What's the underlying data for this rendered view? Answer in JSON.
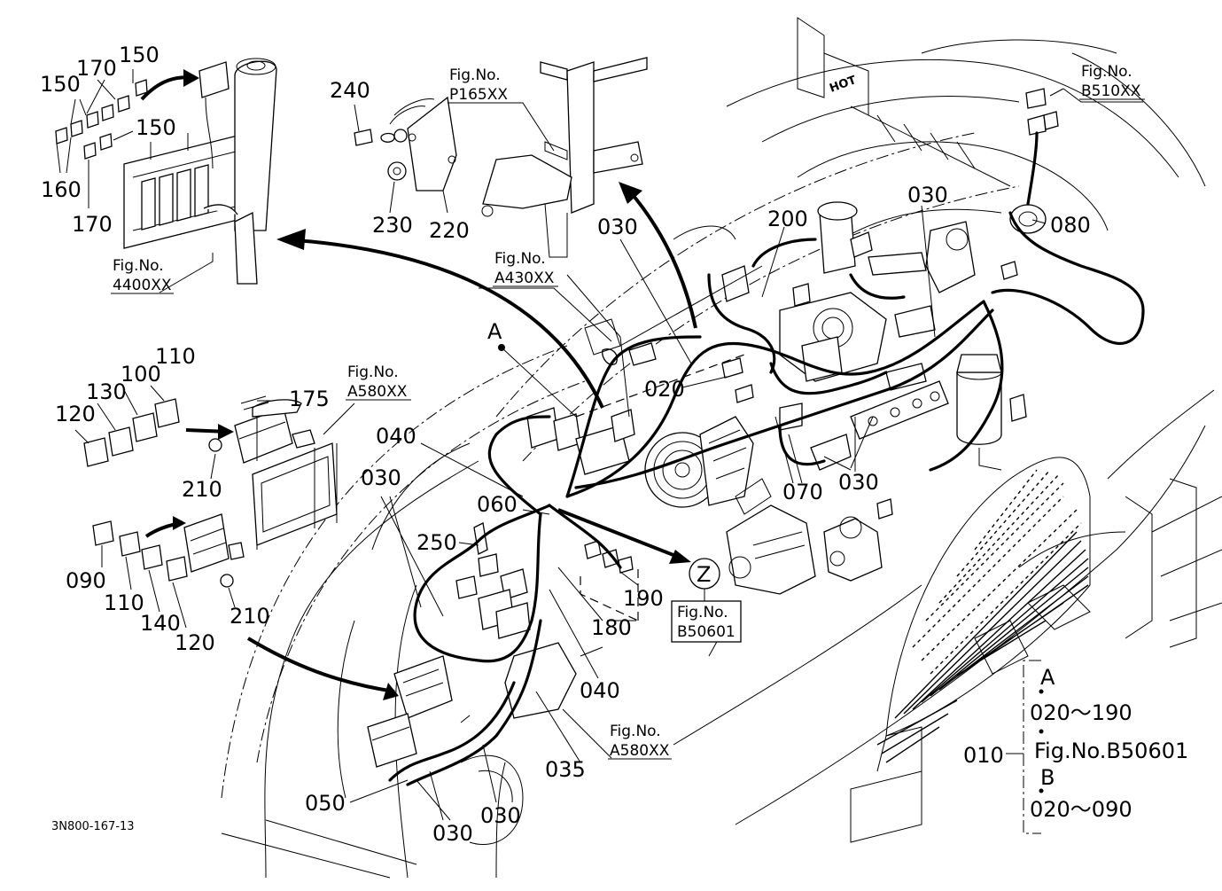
{
  "doc_code": "3N800-167-13",
  "fig_refs": {
    "f4400": [
      "Fig.No.",
      "4400XX"
    ],
    "p165": [
      "Fig.No.",
      "P165XX"
    ],
    "b510": [
      "Fig.No.",
      "B510XX"
    ],
    "a430": [
      "Fig.No.",
      "A430XX"
    ],
    "a580_top": [
      "Fig.No.",
      "A580XX"
    ],
    "a580_bottom": [
      "Fig.No.",
      "A580XX"
    ],
    "b50601": [
      "Fig.No.",
      "B50601"
    ]
  },
  "callouts": {
    "c150a": "150",
    "c170a": "170",
    "c150b": "150",
    "c150c": "150",
    "c160": "160",
    "c170b": "170",
    "c240": "240",
    "c230": "230",
    "c220": "220",
    "c030a": "030",
    "c200": "200",
    "c030b": "030",
    "c080": "080",
    "c020": "020",
    "c070": "070",
    "c030c": "030",
    "c110a": "110",
    "c100": "100",
    "c130": "130",
    "c120a": "120",
    "c175": "175",
    "c210a": "210",
    "c040a": "040",
    "c030d": "030",
    "c060": "060",
    "c250": "250",
    "c190": "190",
    "c090": "090",
    "c110b": "110",
    "c140": "140",
    "c120b": "120",
    "c210b": "210",
    "c180": "180",
    "c040b": "040",
    "c035": "035",
    "c050": "050",
    "c030e": "030",
    "c030f": "030"
  },
  "markers": {
    "a": "A",
    "z": "Z"
  },
  "legend": {
    "bracket_label": "010",
    "group_a_title": "A",
    "group_a_range": "020～190",
    "group_a_fig": "Fig.No.B50601",
    "group_b_title": "B",
    "group_b_range": "020～090"
  },
  "engine_tag": "HOT"
}
